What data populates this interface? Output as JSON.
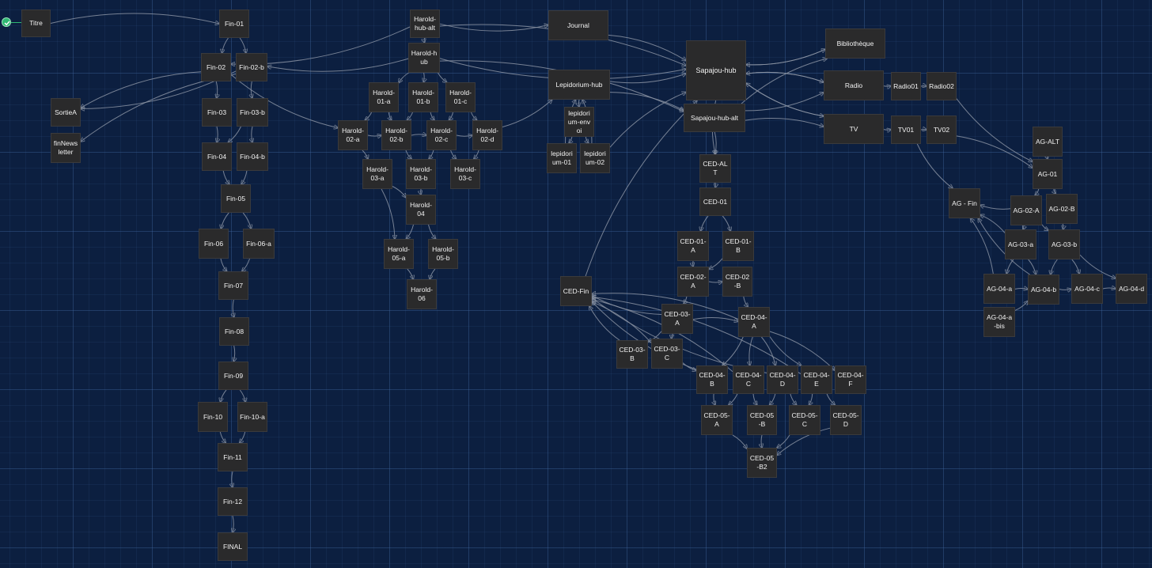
{
  "nodes": [
    {
      "id": "titre",
      "label": "Titre"
    },
    {
      "id": "fin01",
      "label": "Fin-01"
    },
    {
      "id": "fin02",
      "label": "Fin-02"
    },
    {
      "id": "fin02b",
      "label": "Fin-02-b"
    },
    {
      "id": "sortiea",
      "label": "SortieA"
    },
    {
      "id": "finnews",
      "label": "finNewsletter"
    },
    {
      "id": "fin03",
      "label": "Fin-03"
    },
    {
      "id": "fin03b",
      "label": "Fin-03-b"
    },
    {
      "id": "fin04",
      "label": "Fin-04"
    },
    {
      "id": "fin04b",
      "label": "Fin-04-b"
    },
    {
      "id": "fin05",
      "label": "Fin-05"
    },
    {
      "id": "fin06",
      "label": "Fin-06"
    },
    {
      "id": "fin06a",
      "label": "Fin-06-a"
    },
    {
      "id": "fin07",
      "label": "Fin-07"
    },
    {
      "id": "fin08",
      "label": "Fin-08"
    },
    {
      "id": "fin09",
      "label": "Fin-09"
    },
    {
      "id": "fin10",
      "label": "Fin-10"
    },
    {
      "id": "fin10a",
      "label": "Fin-10-a"
    },
    {
      "id": "fin11",
      "label": "Fin-11"
    },
    {
      "id": "fin12",
      "label": "Fin-12"
    },
    {
      "id": "final",
      "label": "FINAL"
    },
    {
      "id": "hhubalt",
      "label": "Harold-hub-alt"
    },
    {
      "id": "hhub",
      "label": "Harold-hub"
    },
    {
      "id": "h01a",
      "label": "Harold-01-a"
    },
    {
      "id": "h01b",
      "label": "Harold-01-b"
    },
    {
      "id": "h01c",
      "label": "Harold-01-c"
    },
    {
      "id": "h02a",
      "label": "Harold-02-a"
    },
    {
      "id": "h02b",
      "label": "Harold-02-b"
    },
    {
      "id": "h02c",
      "label": "Harold-02-c"
    },
    {
      "id": "h02d",
      "label": "Harold-02-d"
    },
    {
      "id": "h03a",
      "label": "Harold-03-a"
    },
    {
      "id": "h03b",
      "label": "Harold-03-b"
    },
    {
      "id": "h03c",
      "label": "Harold-03-c"
    },
    {
      "id": "h04",
      "label": "Harold-04"
    },
    {
      "id": "h05a",
      "label": "Harold-05-a"
    },
    {
      "id": "h05b",
      "label": "Harold-05-b"
    },
    {
      "id": "h06",
      "label": "Harold-06"
    },
    {
      "id": "journal",
      "label": "Journal"
    },
    {
      "id": "lephub",
      "label": "Lepidorium-hub"
    },
    {
      "id": "lepenvoi",
      "label": "lepidorium-envoi"
    },
    {
      "id": "lep01",
      "label": "lepidorium-01"
    },
    {
      "id": "lep02",
      "label": "lepidorium-02"
    },
    {
      "id": "saphub",
      "label": "Sapajou-hub"
    },
    {
      "id": "saphubalt",
      "label": "Sapajou-hub-alt"
    },
    {
      "id": "biblio",
      "label": "Bibliothèque"
    },
    {
      "id": "radio",
      "label": "Radio"
    },
    {
      "id": "radio01",
      "label": "Radio01"
    },
    {
      "id": "radio02",
      "label": "Radio02"
    },
    {
      "id": "tv",
      "label": "TV"
    },
    {
      "id": "tv01",
      "label": "TV01"
    },
    {
      "id": "tv02",
      "label": "TV02"
    },
    {
      "id": "agalt",
      "label": "AG-ALT"
    },
    {
      "id": "ag01",
      "label": "AG-01"
    },
    {
      "id": "agfin",
      "label": "AG - Fin"
    },
    {
      "id": "ag02a",
      "label": "AG-02-A"
    },
    {
      "id": "ag02b",
      "label": "AG-02-B"
    },
    {
      "id": "ag03a",
      "label": "AG-03-a"
    },
    {
      "id": "ag03b",
      "label": "AG-03-b"
    },
    {
      "id": "ag04a",
      "label": "AG-04-a"
    },
    {
      "id": "ag04b",
      "label": "AG-04-b"
    },
    {
      "id": "ag04c",
      "label": "AG-04-c"
    },
    {
      "id": "ag04d",
      "label": "AG-04-d"
    },
    {
      "id": "ag04abis",
      "label": "AG-04-a-bis"
    },
    {
      "id": "cedalt",
      "label": "CED-ALT"
    },
    {
      "id": "ced01",
      "label": "CED-01"
    },
    {
      "id": "ced01a",
      "label": "CED-01-A"
    },
    {
      "id": "ced01b",
      "label": "CED-01-B"
    },
    {
      "id": "ced02a",
      "label": "CED-02-A"
    },
    {
      "id": "ced02b",
      "label": "CED-02-B"
    },
    {
      "id": "cedfin",
      "label": "CED-Fin"
    },
    {
      "id": "ced03a",
      "label": "CED-03-A"
    },
    {
      "id": "ced04a",
      "label": "CED-04-A"
    },
    {
      "id": "ced03b",
      "label": "CED-03-B"
    },
    {
      "id": "ced03c",
      "label": "CED-03-C"
    },
    {
      "id": "ced04b",
      "label": "CED-04-B"
    },
    {
      "id": "ced04c",
      "label": "CED-04-C"
    },
    {
      "id": "ced04d",
      "label": "CED-04-D"
    },
    {
      "id": "ced04e",
      "label": "CED-04-E"
    },
    {
      "id": "ced04f",
      "label": "CED-04-F"
    },
    {
      "id": "ced05a",
      "label": "CED-05-A"
    },
    {
      "id": "ced05b",
      "label": "CED-05-B"
    },
    {
      "id": "ced05c",
      "label": "CED-05-C"
    },
    {
      "id": "ced05d",
      "label": "CED-05-D"
    },
    {
      "id": "ced05b2",
      "label": "CED-05-B2"
    }
  ],
  "edges": [
    [
      "titre",
      "fin01"
    ],
    [
      "fin01",
      "fin02"
    ],
    [
      "fin01",
      "fin02b"
    ],
    [
      "fin02",
      "sortiea"
    ],
    [
      "fin02b",
      "sortiea"
    ],
    [
      "fin02b",
      "finnews"
    ],
    [
      "fin02",
      "fin03"
    ],
    [
      "fin02b",
      "fin03b"
    ],
    [
      "fin03",
      "fin04"
    ],
    [
      "fin03b",
      "fin04b"
    ],
    [
      "fin03b",
      "fin04"
    ],
    [
      "fin04",
      "fin05"
    ],
    [
      "fin04b",
      "fin05"
    ],
    [
      "fin05",
      "fin06"
    ],
    [
      "fin05",
      "fin06a"
    ],
    [
      "fin06",
      "fin07"
    ],
    [
      "fin06a",
      "fin07"
    ],
    [
      "fin07",
      "fin08"
    ],
    [
      "fin08",
      "fin09"
    ],
    [
      "fin09",
      "fin10"
    ],
    [
      "fin09",
      "fin10a"
    ],
    [
      "fin10",
      "fin11"
    ],
    [
      "fin10a",
      "fin11"
    ],
    [
      "fin11",
      "fin12"
    ],
    [
      "fin12",
      "final"
    ],
    [
      "fin02",
      "h02a"
    ],
    [
      "hhubalt",
      "fin02"
    ],
    [
      "hhubalt",
      "hhub"
    ],
    [
      "hhub",
      "fin02b"
    ],
    [
      "hhub",
      "h01a"
    ],
    [
      "hhub",
      "h01b"
    ],
    [
      "hhub",
      "h01c"
    ],
    [
      "h01a",
      "h02a"
    ],
    [
      "h01a",
      "h02b"
    ],
    [
      "h01b",
      "h02b"
    ],
    [
      "h01b",
      "h02c"
    ],
    [
      "h01c",
      "h02c"
    ],
    [
      "h01c",
      "h02d"
    ],
    [
      "h02a",
      "h03a"
    ],
    [
      "h02b",
      "h03b"
    ],
    [
      "h02c",
      "h03b"
    ],
    [
      "h02c",
      "h03c"
    ],
    [
      "h02d",
      "h03c"
    ],
    [
      "h02a",
      "h02b"
    ],
    [
      "h02b",
      "h02c"
    ],
    [
      "h02c",
      "h02d"
    ],
    [
      "h03a",
      "h04"
    ],
    [
      "h03b",
      "h04"
    ],
    [
      "h04",
      "h05a"
    ],
    [
      "h04",
      "h05b"
    ],
    [
      "h05a",
      "h06"
    ],
    [
      "h05b",
      "h06"
    ],
    [
      "h03a",
      "h05a"
    ],
    [
      "h02d",
      "lephub"
    ],
    [
      "hhubalt",
      "saphub"
    ],
    [
      "hhub",
      "saphub"
    ],
    [
      "hhub",
      "saphubalt"
    ],
    [
      "hhubalt",
      "journal"
    ],
    [
      "journal",
      "saphub"
    ],
    [
      "lephub",
      "saphub"
    ],
    [
      "lephub",
      "saphubalt"
    ],
    [
      "lephub",
      "lepenvoi"
    ],
    [
      "lepenvoi",
      "lep01"
    ],
    [
      "lepenvoi",
      "lep02"
    ],
    [
      "lep01",
      "lephub"
    ],
    [
      "lep02",
      "lephub"
    ],
    [
      "lep02",
      "saphub"
    ],
    [
      "saphub",
      "biblio"
    ],
    [
      "saphub",
      "radio"
    ],
    [
      "saphub",
      "tv"
    ],
    [
      "saphubalt",
      "biblio"
    ],
    [
      "saphubalt",
      "radio"
    ],
    [
      "saphubalt",
      "tv"
    ],
    [
      "radio",
      "radio01"
    ],
    [
      "radio01",
      "radio02"
    ],
    [
      "tv",
      "tv01"
    ],
    [
      "tv01",
      "tv02"
    ],
    [
      "radio02",
      "ag01"
    ],
    [
      "tv02",
      "ag01"
    ],
    [
      "tv01",
      "agfin"
    ],
    [
      "biblio",
      "saphub"
    ],
    [
      "radio",
      "saphub"
    ],
    [
      "tv",
      "saphub"
    ],
    [
      "agalt",
      "ag01"
    ],
    [
      "ag01",
      "ag02a"
    ],
    [
      "ag01",
      "ag02b"
    ],
    [
      "ag02a",
      "ag03a"
    ],
    [
      "ag02a",
      "ag03b"
    ],
    [
      "ag02b",
      "ag03b"
    ],
    [
      "ag03a",
      "ag04a"
    ],
    [
      "ag03a",
      "ag04b"
    ],
    [
      "ag03b",
      "ag04b"
    ],
    [
      "ag03b",
      "ag04c"
    ],
    [
      "ag03b",
      "ag04d"
    ],
    [
      "ag04a",
      "ag04b"
    ],
    [
      "ag04b",
      "ag04c"
    ],
    [
      "ag04c",
      "ag04d"
    ],
    [
      "ag04a",
      "agfin"
    ],
    [
      "ag04b",
      "agfin"
    ],
    [
      "ag04abis",
      "ag04b"
    ],
    [
      "ag02a",
      "agfin"
    ],
    [
      "ag03a",
      "agfin"
    ],
    [
      "saphubalt",
      "cedalt"
    ],
    [
      "saphub",
      "cedalt"
    ],
    [
      "cedalt",
      "ced01"
    ],
    [
      "ced01",
      "ced01a"
    ],
    [
      "ced01",
      "ced01b"
    ],
    [
      "ced01a",
      "ced02a"
    ],
    [
      "ced01b",
      "ced02a"
    ],
    [
      "ced02a",
      "ced02b"
    ],
    [
      "ced02a",
      "ced03a"
    ],
    [
      "ced02b",
      "ced04a"
    ],
    [
      "ced03a",
      "ced03b"
    ],
    [
      "ced03a",
      "ced03c"
    ],
    [
      "ced03a",
      "ced04a"
    ],
    [
      "ced03c",
      "ced04b"
    ],
    [
      "ced04a",
      "ced04b"
    ],
    [
      "ced04a",
      "ced04c"
    ],
    [
      "ced04a",
      "ced04d"
    ],
    [
      "ced04a",
      "ced04e"
    ],
    [
      "ced04a",
      "ced04f"
    ],
    [
      "ced04b",
      "ced05a"
    ],
    [
      "ced04c",
      "ced05a"
    ],
    [
      "ced04c",
      "ced05b"
    ],
    [
      "ced04d",
      "ced05b"
    ],
    [
      "ced04d",
      "ced05c"
    ],
    [
      "ced04e",
      "ced05c"
    ],
    [
      "ced04e",
      "ced05d"
    ],
    [
      "ced05a",
      "ced05b2"
    ],
    [
      "ced05b",
      "ced05b2"
    ],
    [
      "ced05c",
      "ced05b2"
    ],
    [
      "ced05d",
      "ced05b2"
    ],
    [
      "ced03a",
      "cedfin"
    ],
    [
      "ced04a",
      "cedfin"
    ],
    [
      "ced04b",
      "cedfin"
    ],
    [
      "ced04c",
      "cedfin"
    ],
    [
      "ced04d",
      "cedfin"
    ],
    [
      "ced04e",
      "cedfin"
    ],
    [
      "ced03b",
      "cedfin"
    ],
    [
      "ced03c",
      "cedfin"
    ],
    [
      "cedfin",
      "saphub"
    ]
  ]
}
